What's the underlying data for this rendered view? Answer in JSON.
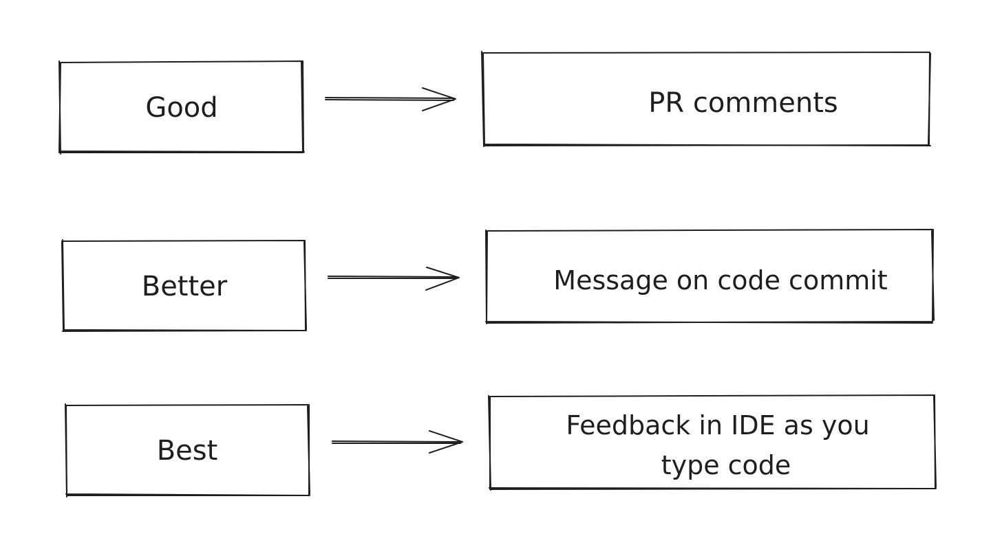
{
  "rows": [
    {
      "level": "Good",
      "feedback": [
        "PR comments"
      ]
    },
    {
      "level": "Better",
      "feedback": [
        "Message on code commit"
      ]
    },
    {
      "level": "Best",
      "feedback": [
        "Feedback in IDE as you",
        "type code"
      ]
    }
  ],
  "colors": {
    "stroke": "#1e1e1e",
    "background": "#ffffff"
  }
}
